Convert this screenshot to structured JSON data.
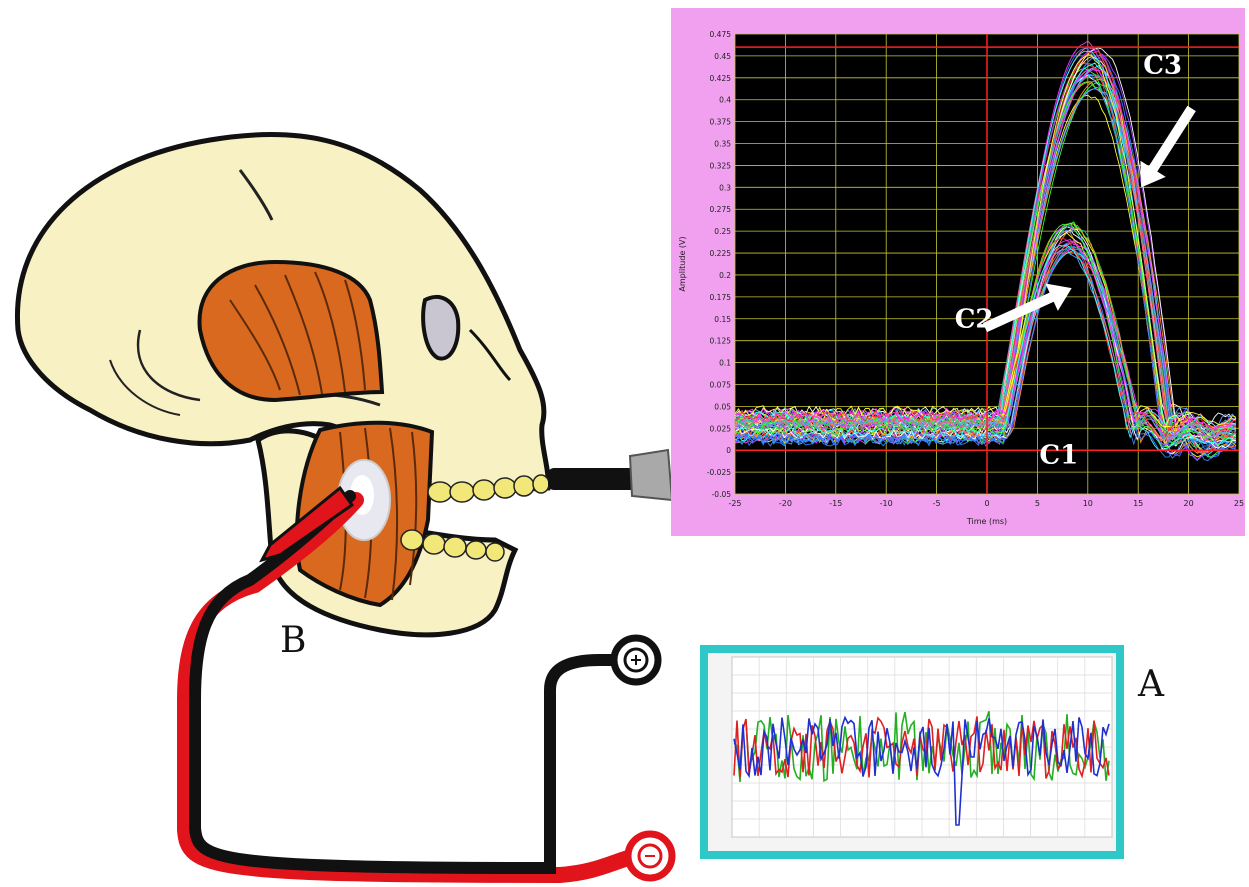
{
  "labels": {
    "panel_a": "A",
    "panel_b": "B"
  },
  "colors": {
    "skull": "#f7f1c4",
    "muscle": "#d9691e",
    "teeth": "#f2e87a",
    "lead_red": "#e0141a",
    "lead_black": "#111111",
    "chart_frame": "#f0a0ef",
    "chart_bg": "#000000",
    "grid": "#c8c832",
    "marker": "#ff2020",
    "mini_frame": "#2ec8c8"
  },
  "icons": {
    "electrode_top": "ground-electrode-icon",
    "electrode_bottom": "reference-electrode-icon"
  },
  "chart_data": {
    "type": "line",
    "xlabel": "Time (ms)",
    "ylabel": "Amplitude (V)",
    "xlim": [
      -25,
      25
    ],
    "ylim": [
      -0.05,
      0.475
    ],
    "x_ticks": [
      "-25",
      "-20",
      "-15",
      "-10",
      "-5",
      "0",
      "5",
      "10",
      "15",
      "20",
      "25"
    ],
    "y_ticks": [
      "-0.05",
      "-0.025",
      "0",
      "0.025",
      "0.05",
      "0.075",
      "0.1",
      "0.125",
      "0.15",
      "0.175",
      "0.2",
      "0.225",
      "0.25",
      "0.275",
      "0.3",
      "0.325",
      "0.35",
      "0.375",
      "0.4",
      "0.425",
      "0.45",
      "0.475"
    ],
    "grid": true,
    "reference_lines": {
      "x": 0,
      "y_low": 0,
      "y_high": 0.46
    },
    "groups": [
      {
        "peak_x": 10.5,
        "peak_y": 0.45,
        "onset_x": 1.5,
        "count": 30
      },
      {
        "peak_x": 8.0,
        "peak_y": 0.25,
        "onset_x": 2.0,
        "count": 24
      }
    ],
    "annotations": [
      {
        "text": "C3",
        "x": 15.5,
        "y": 0.43
      },
      {
        "text": "C2",
        "x": -3.2,
        "y": 0.14
      },
      {
        "text": "C1",
        "x": 5.2,
        "y": -0.015
      }
    ],
    "inset": {
      "type": "line",
      "series": [
        {
          "color": "#22b022",
          "amplitude": 0.9
        },
        {
          "color": "#e02020",
          "amplitude": 0.8
        },
        {
          "color": "#2030d0",
          "amplitude": 0.75
        }
      ]
    }
  }
}
